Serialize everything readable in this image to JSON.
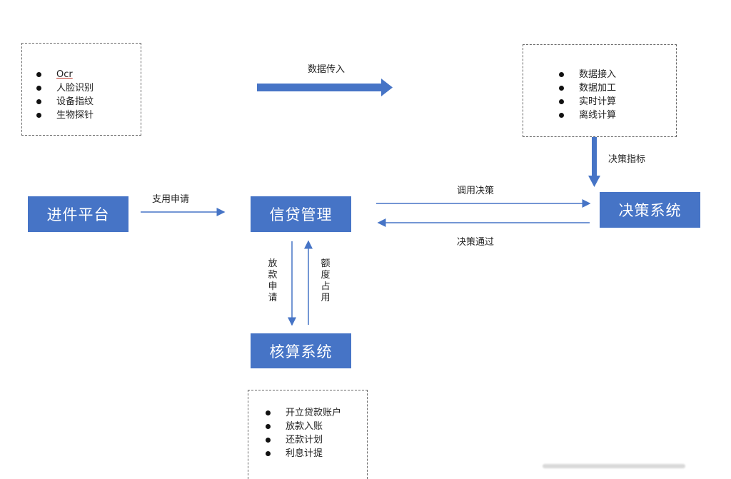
{
  "nodes": {
    "intake": "进件平台",
    "credit": "信贷管理",
    "decision": "决策系统",
    "accounting": "核算系统"
  },
  "lists": {
    "sources": [
      "Ocr",
      "人脸识别",
      "设备指纹",
      "生物探针"
    ],
    "data_processing": [
      "数据接入",
      "数据加工",
      "实时计算",
      "离线计算"
    ],
    "accounting_ops": [
      "开立贷款账户",
      "放款入账",
      "还款计划",
      "利息计提"
    ]
  },
  "edges": {
    "data_in": "数据传入",
    "decision_metrics": "决策指标",
    "apply_credit": "支用申请",
    "call_decision": "调用决策",
    "decision_pass": "决策通过",
    "loan_apply": "放款申请",
    "quota_use": "额度占用"
  },
  "colors": {
    "node_fill": "#4674c6",
    "arrow": "#4674c6"
  }
}
